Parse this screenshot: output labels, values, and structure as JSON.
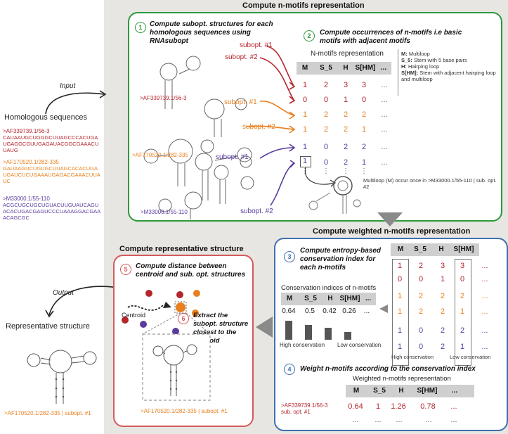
{
  "titles": {
    "compute_nmotifs": "Compute n-motifs representation",
    "compute_weighted": "Compute weighted n-motifs representation",
    "compute_representative": "Compute representative structure"
  },
  "left": {
    "input_label": "Input",
    "homologous_label": "Homologous sequences",
    "seqs": [
      {
        "id": ">AF339739.1/56-3",
        "seq": "CAUAAUGCUGGGCUUAGCCCACUGAUGAGGCGUUGAGAUACGGCGAAACUUAUG"
      },
      {
        "id": ">AF170520.1/282-335",
        "seq": "GAUAAGUCUGUGCUUAGCACACUGAUGAUCUCUGAAAUGAGACGAAACUUAUC"
      },
      {
        "id": ">M33000.1/55-110",
        "seq": "ACGCUGCUGCUGUACUUGUAUCAGUACACUGACGAGUCCCUAAAGGACGAAACAGCGC"
      }
    ],
    "output_label": "Output",
    "representative_label": "Representative structure",
    "result_id": ">AF170520.1/282-335 | subopt. #1"
  },
  "panel1": {
    "step1_num": "1",
    "step1_text": "Compute subopt. structures for each homologous sequences using RNAsubopt",
    "step2_num": "2",
    "step2_text": "Compute occurrences of n-motifs i.e basic motifs with adjacent motifs",
    "seq_ids": [
      ">AF339739.1/56-3",
      ">AF170520.1/282-335",
      ">M33000.1/55-110"
    ],
    "subopt_labels": [
      "subopt. #1",
      "subopt. #2",
      "subopt. #1",
      "subopt. #2",
      "subopt. #1",
      "subopt. #2"
    ],
    "table_title": "N-motifs representation",
    "columns": [
      "M",
      "S_5",
      "H",
      "S[HM]",
      "..."
    ],
    "rows": [
      [
        "1",
        "2",
        "3",
        "3",
        "..."
      ],
      [
        "0",
        "0",
        "1",
        "0",
        "..."
      ],
      [
        "1",
        "2",
        "2",
        "2",
        "..."
      ],
      [
        "1",
        "2",
        "2",
        "1",
        "..."
      ],
      [
        "1",
        "0",
        "2",
        "2",
        "..."
      ],
      [
        "1",
        "0",
        "2",
        "1",
        "..."
      ]
    ],
    "dots": [
      "⋮",
      "⋮",
      "⋮",
      "⋮"
    ],
    "legend": [
      {
        "key": "M:",
        "text": "Multiloop"
      },
      {
        "key": "S_5:",
        "text": "Stem with 5 base pairs"
      },
      {
        "key": "H:",
        "text": "Hairping loop"
      },
      {
        "key": "S[HM]:",
        "text": "Stem with adjacent hairping loop and multiloop"
      }
    ],
    "multiloop_note": "Multiloop (M) occur once in >M33000.1/55-110 | sub. opt. #2"
  },
  "panel3": {
    "step3_num": "3",
    "step3_text": "Compute entropy-based conservation index for each n-motifs",
    "conservation_title": "Conservation indices of n-motifs",
    "columns": [
      "M",
      "S_5",
      "H",
      "S[HM]",
      "..."
    ],
    "indices": [
      "0.64",
      "0.5",
      "0.42",
      "0.26",
      "..."
    ],
    "high_label": "High conservation",
    "low_label": "Low conservation",
    "right_columns": [
      "M",
      "S_5",
      "H",
      "S[HM]"
    ],
    "right_rows": [
      [
        "1",
        "2",
        "3",
        "3",
        "..."
      ],
      [
        "0",
        "0",
        "1",
        "0",
        "..."
      ],
      [
        "1",
        "2",
        "2",
        "2",
        "..."
      ],
      [
        "1",
        "2",
        "2",
        "1",
        "..."
      ],
      [
        "1",
        "0",
        "2",
        "2",
        "..."
      ],
      [
        "1",
        "0",
        "2",
        "1",
        "..."
      ]
    ],
    "right_high": "High conservation",
    "right_low": "Low conservation",
    "step4_num": "4",
    "step4_text": "Weight n-motifs according to the conservation index",
    "weighted_title": "Weighted n-motifs representation",
    "weighted_columns": [
      "M",
      "S_5",
      "H",
      "S[HM]",
      "..."
    ],
    "weighted_id": ">AF339739.1/56-3",
    "weighted_sub": "sub. opt. #1",
    "weighted_values": [
      "0.64",
      "1",
      "1.26",
      "0.78",
      "..."
    ],
    "weighted_dots": [
      "...",
      "...",
      "...",
      "...",
      "..."
    ]
  },
  "panel5": {
    "step5_num": "5",
    "step5_text": "Compute distance between centroid and sub. opt. structures",
    "step6_num": "6",
    "step6_text": "Extract the subopt. structure closest to the centroid",
    "centroid_label": "Centroid",
    "result_id": ">AF170520.1/282-335 | subopt. #1"
  }
}
